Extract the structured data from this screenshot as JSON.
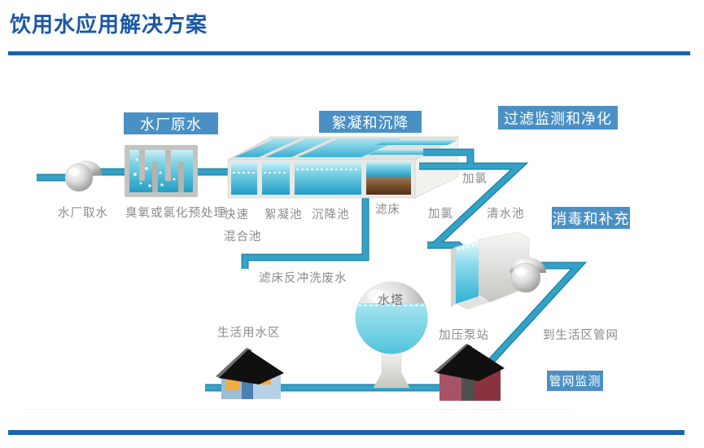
{
  "header": {
    "title": "饮用水应用解决方案"
  },
  "colors": {
    "accent_blue": "#1c57a4",
    "rule_blue": "#1566ae",
    "stage_label_bg": "#4a90c5",
    "pipe_teal": "#2e9abd",
    "water_aqua": "#2aa5cc",
    "process_text_gray": "#8b8b8b"
  },
  "icons": {
    "intake_pump": "pump-icon",
    "pretreatment_tank": "baffled-tank-icon",
    "treatment_basin": "sedimentation-basin-icon",
    "clear_water_tank": "clear-water-tank-icon",
    "booster_pump": "pump-icon",
    "water_tower": "water-tower-icon",
    "residential_house": "house-icon",
    "network_house": "house-icon"
  },
  "diagram": {
    "stage_labels": [
      {
        "id": "raw-water",
        "text": "水厂原水"
      },
      {
        "id": "flocculation-sedimentation",
        "text": "絮凝和沉降"
      },
      {
        "id": "filtration-monitoring",
        "text": "过滤监测和净化"
      },
      {
        "id": "disinfection-supplement",
        "text": "消毒和补充"
      },
      {
        "id": "network-monitoring",
        "text": "管网监测"
      }
    ],
    "process_labels": {
      "intake": "水厂取水",
      "pretreatment": "臭氧或氯化预处理",
      "rapid_mix_line1": "快速",
      "rapid_mix_line2": "混合池",
      "flocculation_pool": "絮凝池",
      "sedimentation_pool": "沉降池",
      "filter_bed": "滤床",
      "chlorine_1": "加氯",
      "chlorine_2": "加氯",
      "clear_water_pool": "清水池",
      "backwash": "滤床反冲洗废水",
      "water_tower": "水塔",
      "residential_area": "生活用水区",
      "pump_station": "加压泵站",
      "to_network": "到生活区管网"
    }
  }
}
